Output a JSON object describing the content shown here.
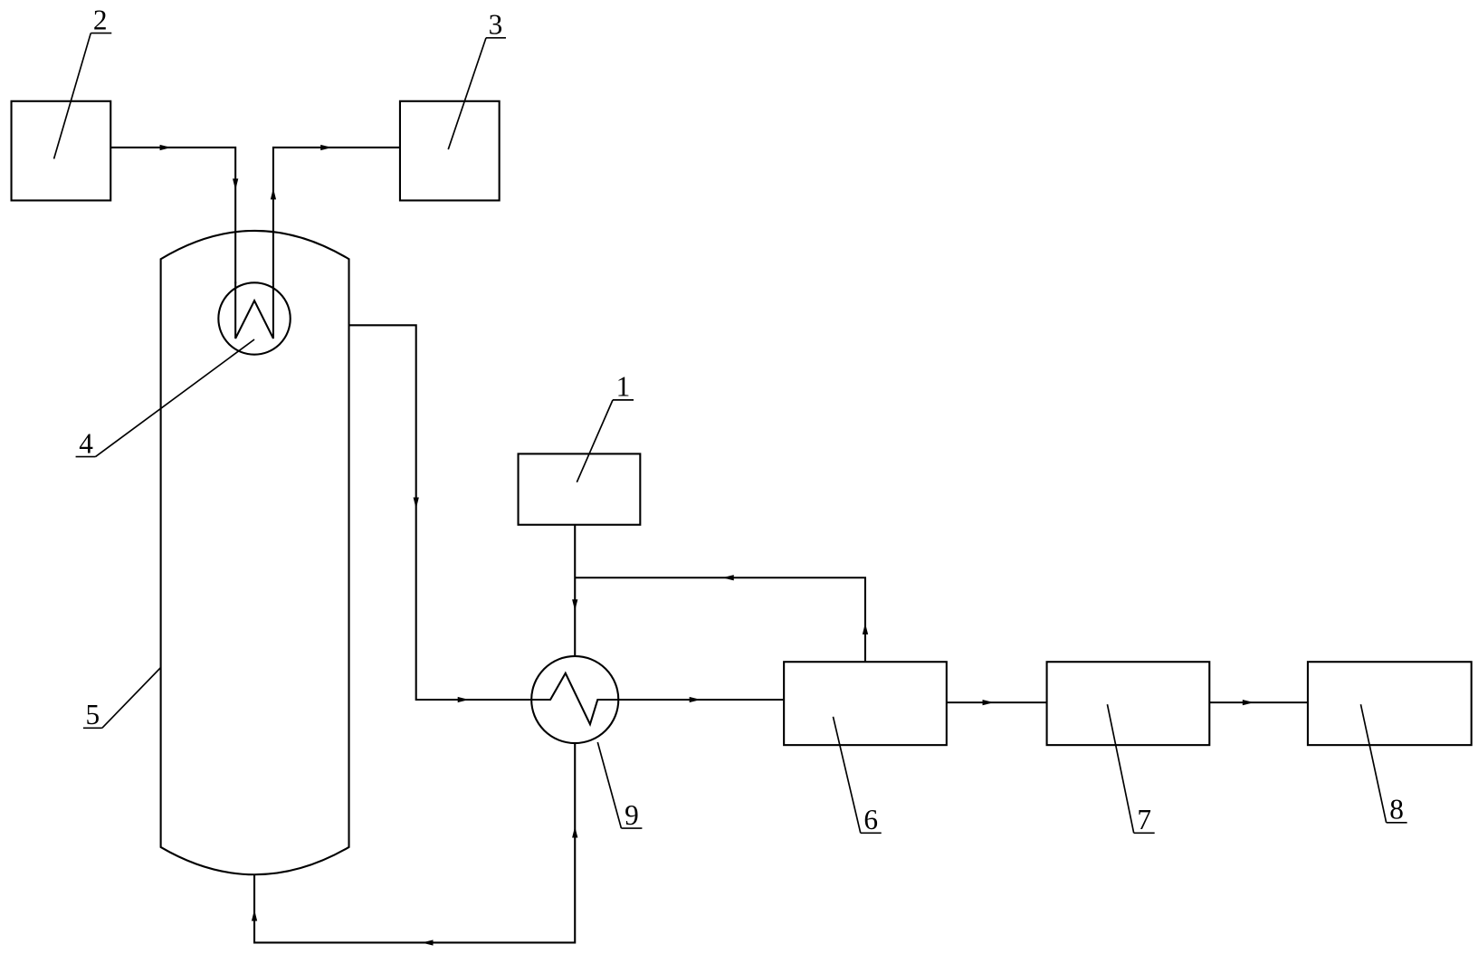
{
  "labels": {
    "n1": "1",
    "n2": "2",
    "n3": "3",
    "n4": "4",
    "n5": "5",
    "n6": "6",
    "n7": "7",
    "n8": "8",
    "n9": "9"
  },
  "colors": {
    "line": "#000000",
    "background": "#ffffff"
  }
}
